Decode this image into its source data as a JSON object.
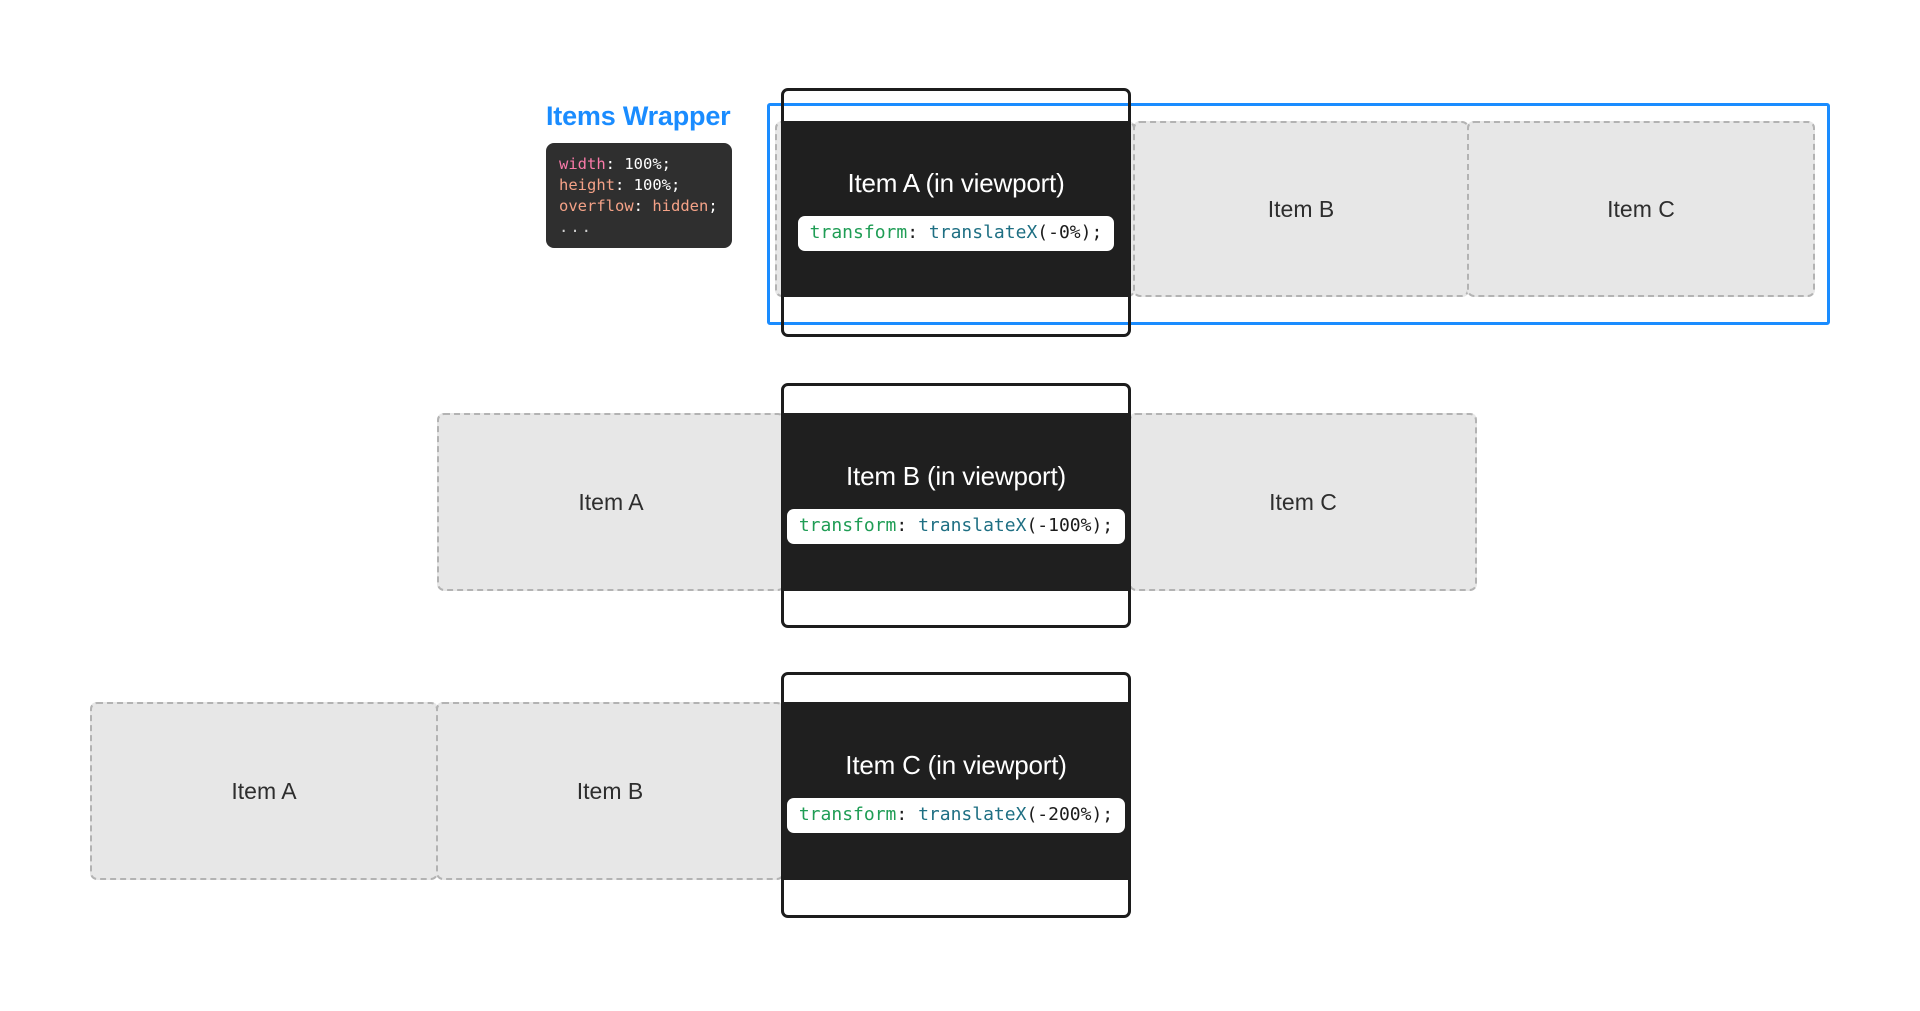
{
  "annotation": {
    "label": "Items Wrapper",
    "accent_color": "#1a8cff",
    "code": {
      "line1_prop": "width",
      "line1_val": ": 100%;",
      "line2_prop": "height",
      "line2_val": ": 100%;",
      "line3_prop": "overflow",
      "line3_colon": ": ",
      "line3_val": "hidden",
      "line3_semi": ";",
      "line4": "..."
    }
  },
  "rows": [
    {
      "active_index": 0,
      "has_wrapper_outline": true,
      "items": [
        {
          "label": "Item A (in viewport)",
          "active": true,
          "code": {
            "prop": "transform",
            "colon": ": ",
            "fn": "translateX",
            "args": "(-0%);"
          }
        },
        {
          "label": "Item B",
          "active": false
        },
        {
          "label": "Item C",
          "active": false
        }
      ]
    },
    {
      "active_index": 1,
      "has_wrapper_outline": false,
      "items": [
        {
          "label": "Item A",
          "active": false
        },
        {
          "label": "Item B (in viewport)",
          "active": true,
          "code": {
            "prop": "transform",
            "colon": ": ",
            "fn": "translateX",
            "args": "(-100%);"
          }
        },
        {
          "label": "Item C",
          "active": false
        }
      ]
    },
    {
      "active_index": 2,
      "has_wrapper_outline": false,
      "items": [
        {
          "label": "Item A",
          "active": false
        },
        {
          "label": "Item B",
          "active": false
        },
        {
          "label": "Item C (in viewport)",
          "active": true,
          "code": {
            "prop": "transform",
            "colon": ": ",
            "fn": "translateX",
            "args": "(-200%);"
          }
        }
      ]
    }
  ],
  "colors": {
    "accent": "#1a8cff",
    "viewport_border": "#1c1c1c",
    "active_item_bg": "#1f1f1f",
    "ghost_item_bg": "#e7e7e7",
    "ghost_item_border": "#b3b3b3",
    "code_keyword": "#1f9d55",
    "code_function": "#1e6f83"
  }
}
